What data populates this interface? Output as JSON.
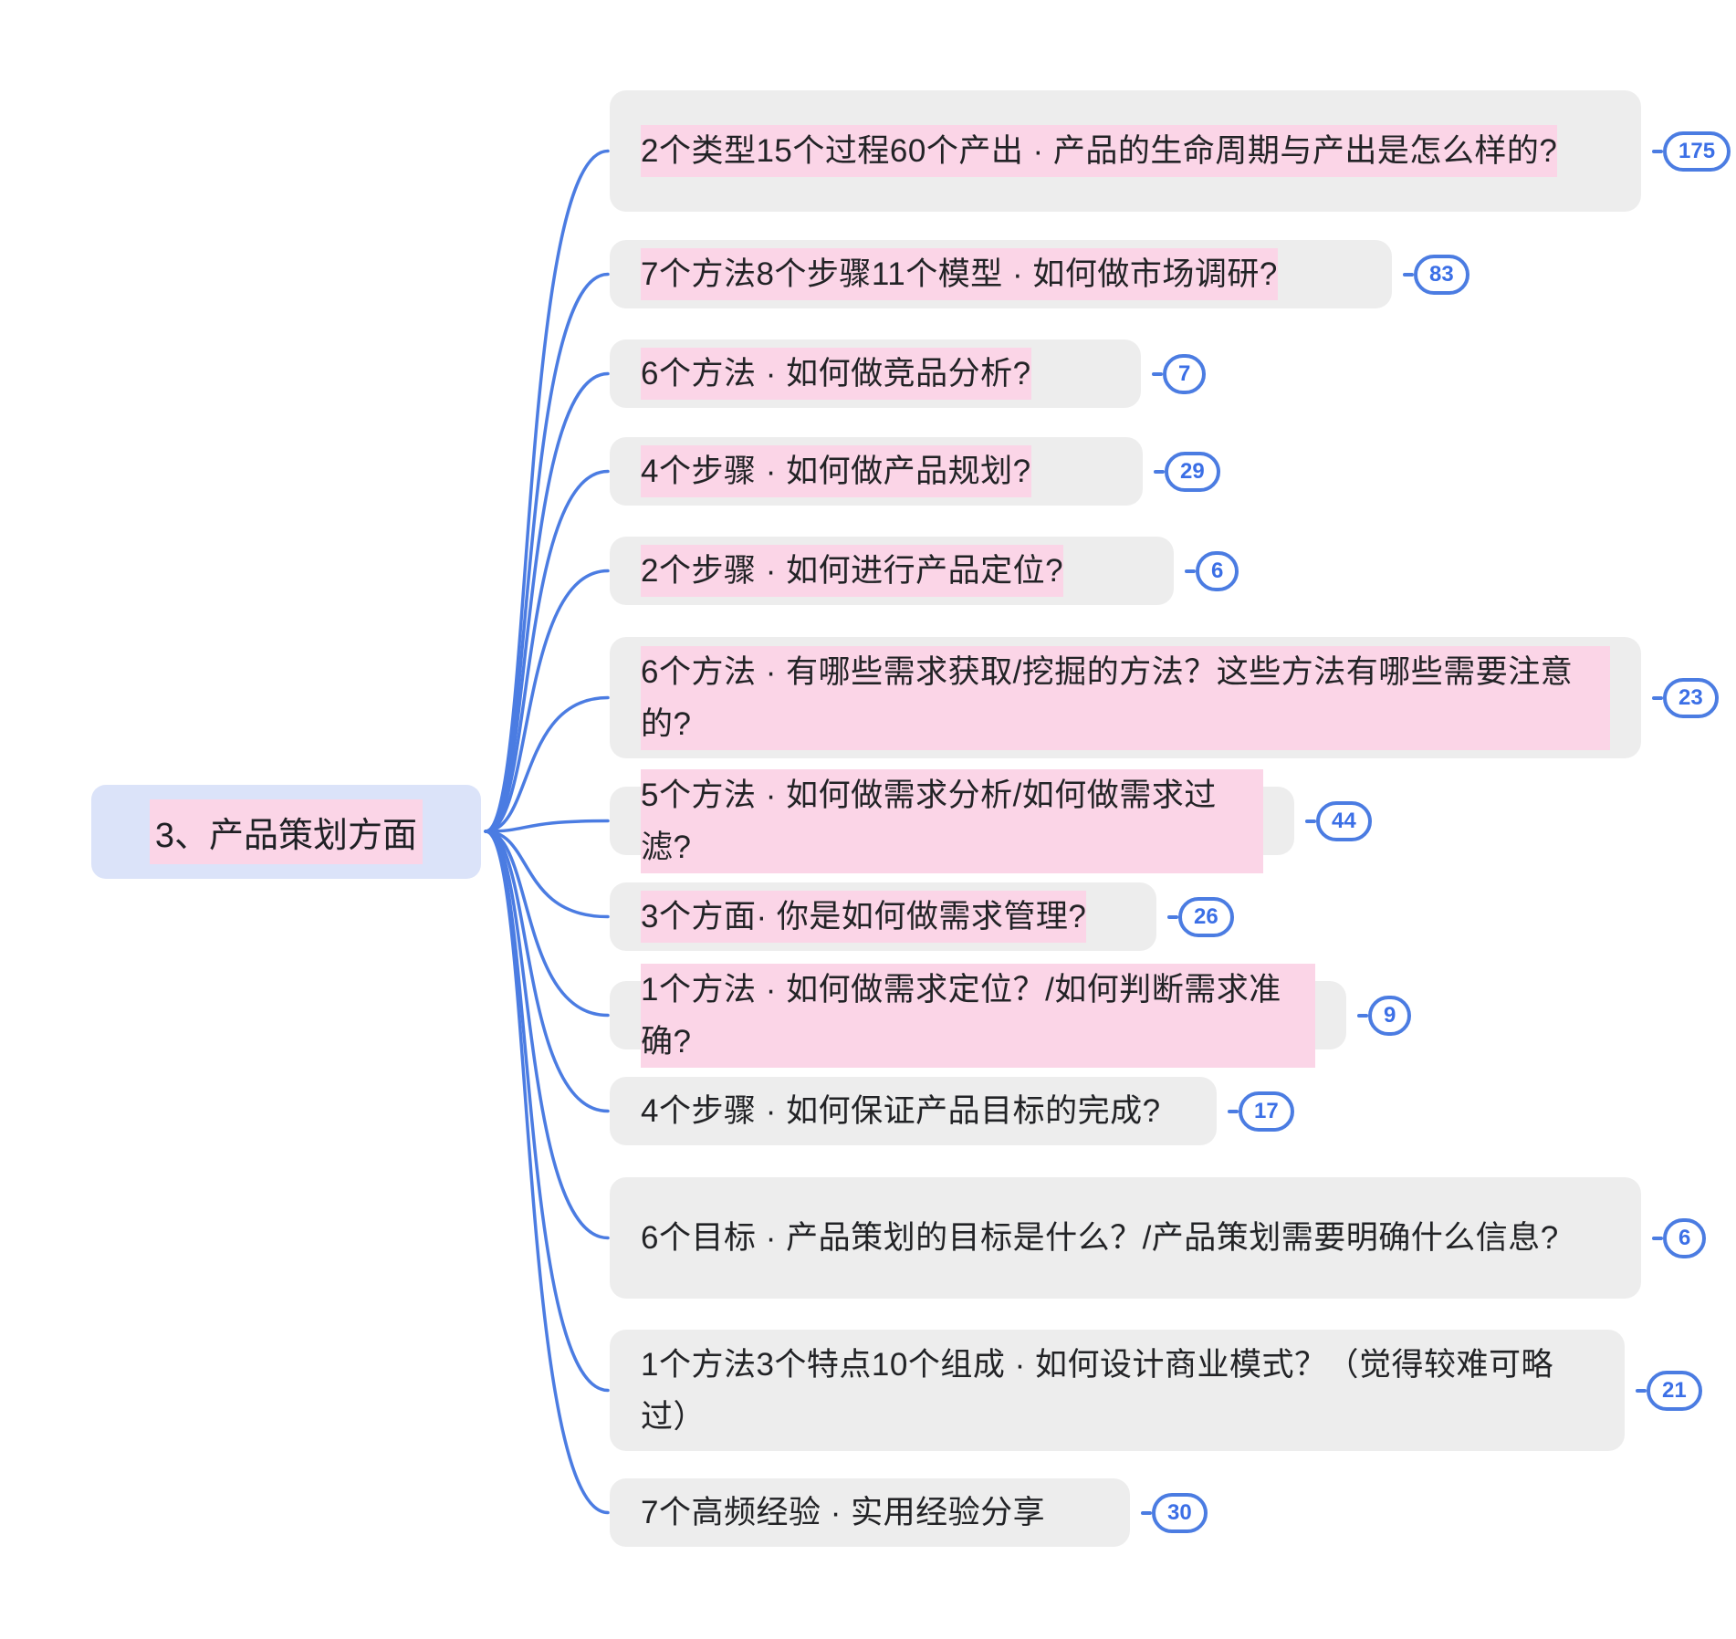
{
  "root": {
    "label": "3、产品策划方面"
  },
  "branches": [
    {
      "text": "2个类型15个过程60个产出 · 产品的生命周期与产出是怎么样的?",
      "count": "175",
      "highlighted": true
    },
    {
      "text": "7个方法8个步骤11个模型 · 如何做市场调研?",
      "count": "83",
      "highlighted": true
    },
    {
      "text": "6个方法 · 如何做竞品分析?",
      "count": "7",
      "highlighted": true
    },
    {
      "text": "4个步骤 · 如何做产品规划?",
      "count": "29",
      "highlighted": true
    },
    {
      "text": "2个步骤 · 如何进行产品定位?",
      "count": "6",
      "highlighted": true
    },
    {
      "text": "6个方法 · 有哪些需求获取/挖掘的方法？这些方法有哪些需要注意的?",
      "count": "23",
      "highlighted": true
    },
    {
      "text": "5个方法 · 如何做需求分析/如何做需求过滤?",
      "count": "44",
      "highlighted": true
    },
    {
      "text": "3个方面· 你是如何做需求管理?",
      "count": "26",
      "highlighted": true
    },
    {
      "text": "1个方法 · 如何做需求定位？/如何判断需求准确?",
      "count": "9",
      "highlighted": true
    },
    {
      "text": "4个步骤 · 如何保证产品目标的完成?",
      "count": "17",
      "highlighted": false
    },
    {
      "text": "6个目标 · 产品策划的目标是什么？/产品策划需要明确什么信息?",
      "count": "6",
      "highlighted": false
    },
    {
      "text": "1个方法3个特点10个组成 · 如何设计商业模式？（觉得较难可略过）",
      "count": "21",
      "highlighted": false
    },
    {
      "text": "7个高频经验 · 实用经验分享",
      "count": "30",
      "highlighted": false
    }
  ],
  "colors": {
    "node_background": "#ededed",
    "highlight_pink": "#fbd5e7",
    "root_background": "#dbe3f9",
    "connector_blue": "#4b7ce2",
    "badge_text_blue": "#3b6fe6"
  }
}
